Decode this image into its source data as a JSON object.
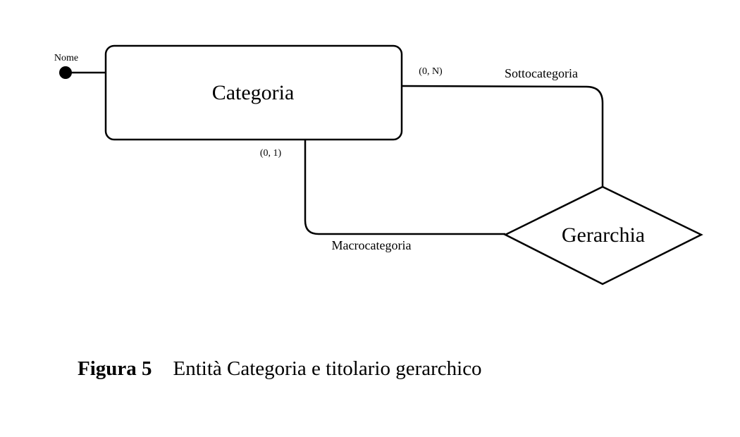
{
  "diagram": {
    "entity": {
      "label": "Categoria"
    },
    "relationship": {
      "label": "Gerarchia"
    },
    "attribute": {
      "label": "Nome"
    },
    "roles": {
      "upper": {
        "label": "Sottocategoria",
        "cardinality": "(0, N)"
      },
      "lower": {
        "label": "Macrocategoria",
        "cardinality": "(0, 1)"
      }
    }
  },
  "caption": {
    "figure": "Figura 5",
    "text": "Entità Categoria e titolario gerarchico"
  }
}
